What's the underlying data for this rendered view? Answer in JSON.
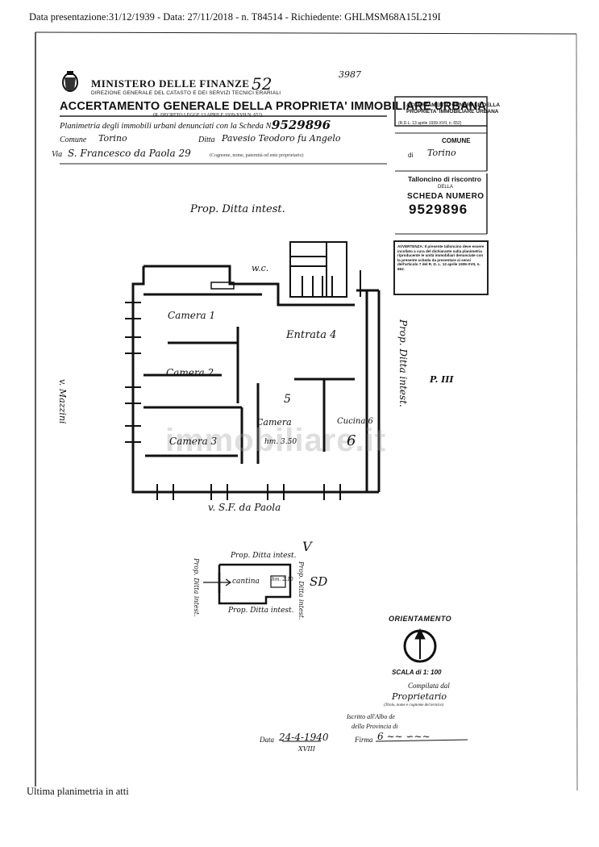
{
  "header": {
    "presentation_line": "Data presentazione:31/12/1939 - Data: 27/11/2018 - n. T84514 - Richiedente: GHLMSM68A15L219I"
  },
  "form": {
    "ministry": "MINISTERO DELLE FINANZE",
    "handwritten_code": "52",
    "corner_number": "3987",
    "directorate": "DIREZIONE GENERALE DEL CATASTO E DEI SERVIZI TECNICI ERARIALI",
    "title": "ACCERTAMENTO GENERALE DELLA PROPRIETA' IMMOBILIARE URBANA",
    "decree": "(R. DECRETO LEGGE 13 APRILE 1939-XVII N. 652)",
    "plan_label": "Planimetria degli immobili urbani denunciati con la Scheda N.",
    "scheda_number": "9529896",
    "comune_label": "Comune",
    "comune_value": "Torino",
    "ditta_label": "Ditta",
    "ditta_value": "Pavesio Teodoro fu Angelo",
    "via_label": "Via",
    "via_value": "S. Francesco da Paola 29",
    "via_note": "(Cognome, nome, paternità od ente proprietario)"
  },
  "receipt": {
    "title_1": "ACCERTAMENTO GENERALE DELLA",
    "title_2": "PROPRIETA' IMMOBILIARE URBANA",
    "decree": "(R.D.L. 13 aprile 1939-XVII, n. 652)",
    "comune_label": "COMUNE",
    "di_label": "di",
    "comune_value": "Torino",
    "talloncino": "Talloncino di riscontro",
    "della": "DELLA",
    "scheda_label": "SCHEDA NUMERO",
    "scheda_number": "9529896"
  },
  "warning": {
    "text": "AVVERTENZA: Il presente talloncino deve essere incollato a cura del dichiarante sulla planimetria riproducente le unità immobiliari denunciate con la presente scheda da presentare ai sensi dell'articolo 7 del R. D. L. 13 aprile 1939-XVII, n. 652."
  },
  "plan": {
    "prop_top": "Prop. Ditta intest.",
    "prop_right": "Prop. Ditta intest.",
    "wc": "w.c.",
    "room_camera_1": "Camera 1",
    "room_camera_2": "Camera 2",
    "room_camera_3": "Camera 3",
    "room_camera_5": "Camera",
    "room_entrata": "Entrata 4",
    "room_cucina": "Cucina 6",
    "height": "hm. 3.50",
    "floor": "P. III",
    "street_left": "v. Mazzini",
    "street_bottom": "v. S.F. da Paola",
    "num_5": "5",
    "num_6": "6"
  },
  "cellar": {
    "prop_top": "Prop. Ditta intest.",
    "prop_left": "Prop. Ditta intest.",
    "prop_right": "Prop. Ditta intest.",
    "prop_bottom": "Prop. Ditta intest.",
    "room": "cantina",
    "height": "hm. 2.10",
    "mark": "SD",
    "mark_v": "V"
  },
  "footer_form": {
    "orientation": "ORIENTAMENTO",
    "scale": "SCALA di 1: 100",
    "compiled": "Compilata dal",
    "compiled_by": "Proprietario",
    "title_note": "(Titolo, nome e cognome del tecnico)",
    "enrolled": "Iscritto all'Albo de",
    "province": "della Provincia di",
    "date_label": "Data",
    "date_value": "24-4-1940",
    "era": "XVIII",
    "signature_label": "Firma"
  },
  "watermark": "immobiliare.it",
  "bottom_note": "Ultima planimetria in atti"
}
